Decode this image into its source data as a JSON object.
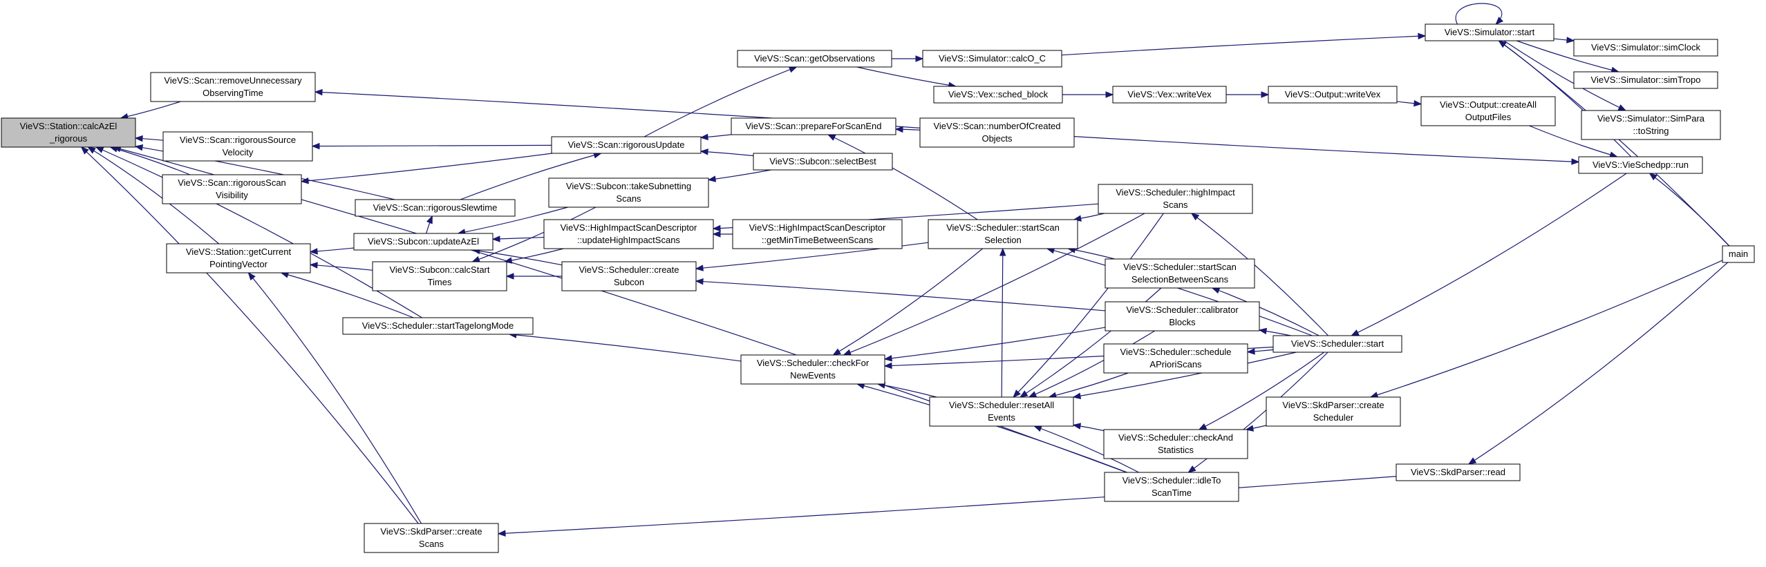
{
  "nodes": [
    {
      "id": "root",
      "lines": [
        "VieVS::Station::calcAzEl",
        "_rigorous"
      ]
    },
    {
      "id": "removeUnnec",
      "lines": [
        "VieVS::Scan::removeUnnecessary",
        "ObservingTime"
      ]
    },
    {
      "id": "rigSrcVel",
      "lines": [
        "VieVS::Scan::rigorousSource",
        "Velocity"
      ]
    },
    {
      "id": "rigScanVis",
      "lines": [
        "VieVS::Scan::rigorousScan",
        "Visibility"
      ]
    },
    {
      "id": "rigSlew",
      "lines": [
        "VieVS::Scan::rigorousSlewtime"
      ]
    },
    {
      "id": "getCurPV",
      "lines": [
        "VieVS::Station::getCurrent",
        "PointingVector"
      ]
    },
    {
      "id": "updAzEl",
      "lines": [
        "VieVS::Subcon::updateAzEl"
      ]
    },
    {
      "id": "calcStart",
      "lines": [
        "VieVS::Subcon::calcStart",
        "Times"
      ]
    },
    {
      "id": "startTagelong",
      "lines": [
        "VieVS::Scheduler::startTagelongMode"
      ]
    },
    {
      "id": "skdCreateScans",
      "lines": [
        "VieVS::SkdParser::create",
        "Scans"
      ]
    },
    {
      "id": "getObs",
      "lines": [
        "VieVS::Scan::getObservations"
      ]
    },
    {
      "id": "rigUpd",
      "lines": [
        "VieVS::Scan::rigorousUpdate"
      ]
    },
    {
      "id": "takeSub",
      "lines": [
        "VieVS::Subcon::takeSubnetting",
        "Scans"
      ]
    },
    {
      "id": "hiUpd",
      "lines": [
        "VieVS::HighImpactScanDescriptor",
        "::updateHighImpactScans"
      ]
    },
    {
      "id": "createSub",
      "lines": [
        "VieVS::Scheduler::create",
        "Subcon"
      ]
    },
    {
      "id": "prepEnd",
      "lines": [
        "VieVS::Scan::prepareForScanEnd"
      ]
    },
    {
      "id": "selBest",
      "lines": [
        "VieVS::Subcon::selectBest"
      ]
    },
    {
      "id": "hiGetMin",
      "lines": [
        "VieVS::HighImpactScanDescriptor",
        "::getMinTimeBetweenScans"
      ]
    },
    {
      "id": "checkNew",
      "lines": [
        "VieVS::Scheduler::checkFor",
        "NewEvents"
      ]
    },
    {
      "id": "calcOC",
      "lines": [
        "VieVS::Simulator::calcO_C"
      ]
    },
    {
      "id": "schedBlock",
      "lines": [
        "VieVS::Vex::sched_block"
      ]
    },
    {
      "id": "numObj",
      "lines": [
        "VieVS::Scan::numberOfCreated",
        "Objects"
      ]
    },
    {
      "id": "startScanSel",
      "lines": [
        "VieVS::Scheduler::startScan",
        "Selection"
      ]
    },
    {
      "id": "resetAll",
      "lines": [
        "VieVS::Scheduler::resetAll",
        "Events"
      ]
    },
    {
      "id": "writeVexV",
      "lines": [
        "VieVS::Vex::writeVex"
      ]
    },
    {
      "id": "hiScans",
      "lines": [
        "VieVS::Scheduler::highImpact",
        "Scans"
      ]
    },
    {
      "id": "ssBetween",
      "lines": [
        "VieVS::Scheduler::startScan",
        "SelectionBetweenScans"
      ]
    },
    {
      "id": "calBlocks",
      "lines": [
        "VieVS::Scheduler::calibrator",
        "Blocks"
      ]
    },
    {
      "id": "schedApriori",
      "lines": [
        "VieVS::Scheduler::schedule",
        "APrioriScans"
      ]
    },
    {
      "id": "checkStats",
      "lines": [
        "VieVS::Scheduler::checkAnd",
        "Statistics"
      ]
    },
    {
      "id": "idleTo",
      "lines": [
        "VieVS::Scheduler::idleTo",
        "ScanTime"
      ]
    },
    {
      "id": "outWriteVex",
      "lines": [
        "VieVS::Output::writeVex"
      ]
    },
    {
      "id": "schedStart",
      "lines": [
        "VieVS::Scheduler::start"
      ]
    },
    {
      "id": "simStart",
      "lines": [
        "VieVS::Simulator::start"
      ]
    },
    {
      "id": "outCreateAll",
      "lines": [
        "VieVS::Output::createAll",
        "OutputFiles"
      ]
    },
    {
      "id": "skdCreateSched",
      "lines": [
        "VieVS::SkdParser::create",
        "Scheduler"
      ]
    },
    {
      "id": "skdRead",
      "lines": [
        "VieVS::SkdParser::read"
      ]
    },
    {
      "id": "simClock",
      "lines": [
        "VieVS::Simulator::simClock"
      ]
    },
    {
      "id": "simTropo",
      "lines": [
        "VieVS::Simulator::simTropo"
      ]
    },
    {
      "id": "simPara",
      "lines": [
        "VieVS::Simulator::SimPara",
        "::toString"
      ]
    },
    {
      "id": "vieRun",
      "lines": [
        "VieVS::VieSchedpp::run"
      ]
    },
    {
      "id": "main",
      "lines": [
        "main"
      ]
    }
  ],
  "edges": [
    [
      "removeUnnec",
      "root"
    ],
    [
      "rigSrcVel",
      "root"
    ],
    [
      "rigScanVis",
      "root"
    ],
    [
      "rigSlew",
      "root"
    ],
    [
      "getCurPV",
      "root"
    ],
    [
      "startTagelong",
      "root"
    ],
    [
      "idleTo",
      "root"
    ],
    [
      "skdCreateScans",
      "root"
    ],
    [
      "numObj",
      "removeUnnec"
    ],
    [
      "rigUpd",
      "rigSrcVel"
    ],
    [
      "rigUpd",
      "rigScanVis"
    ],
    [
      "updAzEl",
      "rigSlew"
    ],
    [
      "updAzEl",
      "getCurPV"
    ],
    [
      "calcStart",
      "getCurPV"
    ],
    [
      "startTagelong",
      "getCurPV"
    ],
    [
      "skdCreateScans",
      "getCurPV"
    ],
    [
      "rigSlew",
      "rigUpd"
    ],
    [
      "prepEnd",
      "rigUpd"
    ],
    [
      "selBest",
      "rigUpd"
    ],
    [
      "rigUpd",
      "getObs"
    ],
    [
      "hiUpd",
      "updAzEl"
    ],
    [
      "createSub",
      "updAzEl"
    ],
    [
      "takeSub",
      "updAzEl"
    ],
    [
      "takeSub",
      "calcStart"
    ],
    [
      "hiUpd",
      "calcStart"
    ],
    [
      "createSub",
      "calcStart"
    ],
    [
      "checkNew",
      "startTagelong"
    ],
    [
      "skdRead",
      "skdCreateScans"
    ],
    [
      "selBest",
      "takeSub"
    ],
    [
      "hiGetMin",
      "hiUpd"
    ],
    [
      "hiScans",
      "hiUpd"
    ],
    [
      "startScanSel",
      "createSub"
    ],
    [
      "calBlocks",
      "createSub"
    ],
    [
      "numObj",
      "prepEnd"
    ],
    [
      "startScanSel",
      "prepEnd"
    ],
    [
      "getObs",
      "calcOC"
    ],
    [
      "getObs",
      "schedBlock"
    ],
    [
      "calcOC",
      "simStart"
    ],
    [
      "schedBlock",
      "writeVexV"
    ],
    [
      "writeVexV",
      "outWriteVex"
    ],
    [
      "outWriteVex",
      "outCreateAll"
    ],
    [
      "outCreateAll",
      "vieRun"
    ],
    [
      "numObj",
      "vieRun"
    ],
    [
      "startScanSel",
      "checkNew"
    ],
    [
      "hiScans",
      "checkNew"
    ],
    [
      "calBlocks",
      "checkNew"
    ],
    [
      "resetAll",
      "checkNew"
    ],
    [
      "idleTo",
      "checkNew"
    ],
    [
      "schedStart",
      "checkNew"
    ],
    [
      "ssBetween",
      "startScanSel"
    ],
    [
      "hiScans",
      "startScanSel"
    ],
    [
      "resetAll",
      "startScanSel"
    ],
    [
      "schedStart",
      "startScanSel"
    ],
    [
      "ssBetween",
      "resetAll"
    ],
    [
      "calBlocks",
      "resetAll"
    ],
    [
      "schedApriori",
      "resetAll"
    ],
    [
      "checkStats",
      "resetAll"
    ],
    [
      "idleTo",
      "resetAll"
    ],
    [
      "hiScans",
      "resetAll"
    ],
    [
      "schedStart",
      "resetAll"
    ],
    [
      "schedStart",
      "hiScans"
    ],
    [
      "schedStart",
      "ssBetween"
    ],
    [
      "schedStart",
      "calBlocks"
    ],
    [
      "schedStart",
      "schedApriori"
    ],
    [
      "schedStart",
      "checkStats"
    ],
    [
      "schedStart",
      "idleTo"
    ],
    [
      "skdCreateSched",
      "checkStats"
    ],
    [
      "vieRun",
      "schedStart"
    ],
    [
      "simStart",
      "simClock"
    ],
    [
      "simStart",
      "simTropo"
    ],
    [
      "simStart",
      "simPara"
    ],
    [
      "vieRun",
      "simStart"
    ],
    [
      "main",
      "simStart"
    ],
    [
      "main",
      "vieRun"
    ],
    [
      "main",
      "skdCreateSched"
    ],
    [
      "main",
      "skdRead"
    ],
    [
      "simStart",
      "simStart"
    ]
  ]
}
